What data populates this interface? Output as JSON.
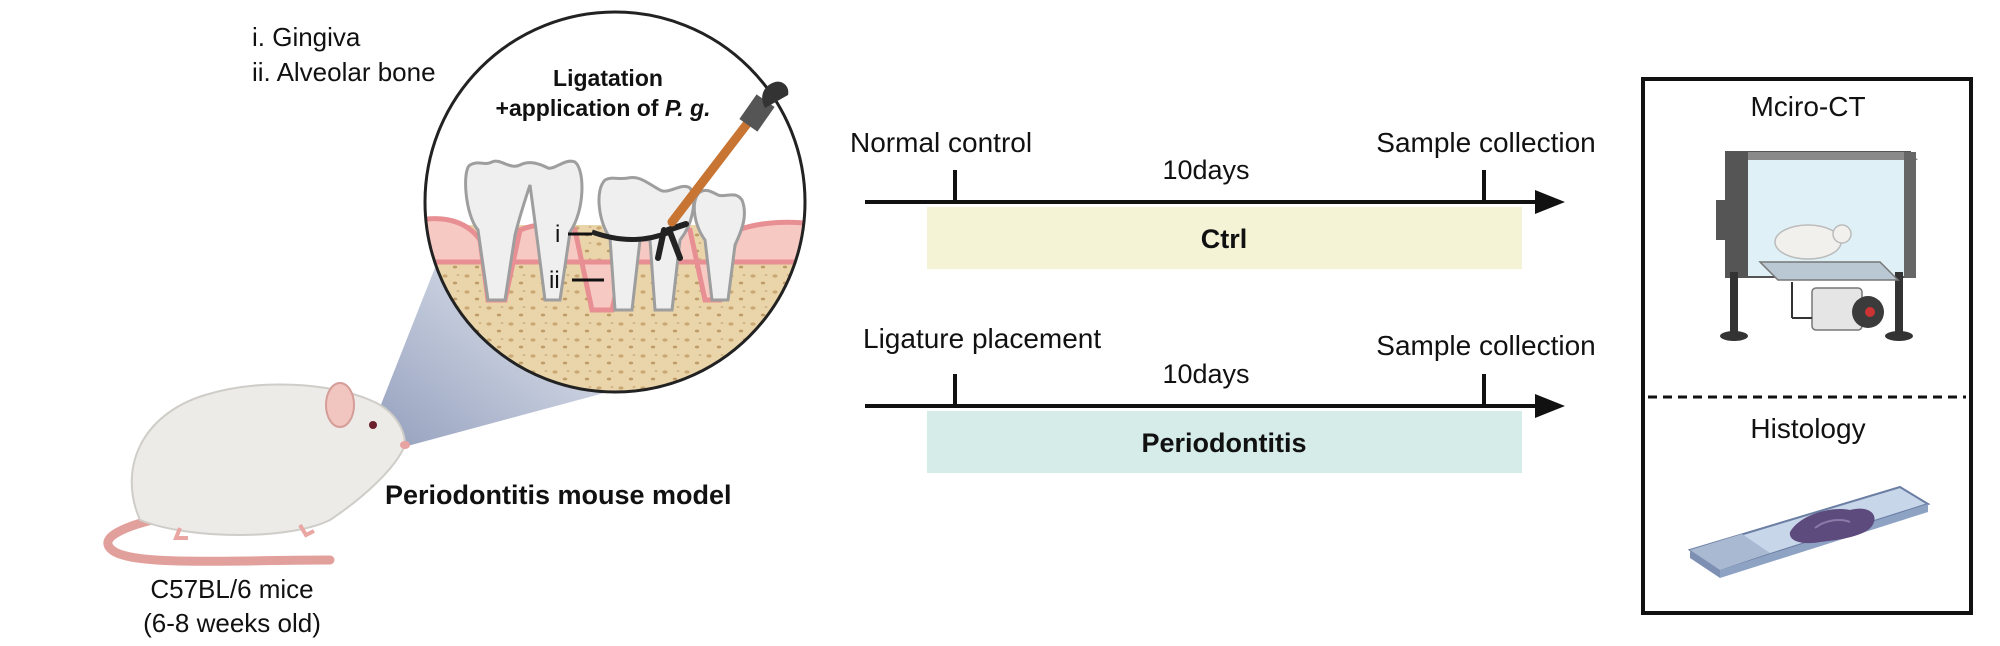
{
  "legend": {
    "i": "i. Gingiva",
    "ii": "ii. Alveolar bone"
  },
  "inset": {
    "title_line1": "Ligatation",
    "title_line2_prefix": "+application of ",
    "title_line2_italic": "P. g.",
    "marker_i": "i",
    "marker_ii": "ii"
  },
  "mouse": {
    "label": "Periodontitis mouse model",
    "strain": "C57BL/6 mice",
    "age": "(6-8 weeks old)"
  },
  "timelines": [
    {
      "start_label": "Normal control",
      "duration": "10days",
      "end_label": "Sample collection",
      "group": "Ctrl",
      "group_color": "#f4f3d6"
    },
    {
      "start_label": "Ligature placement",
      "duration": "10days",
      "end_label": "Sample collection",
      "group": "Periodontitis",
      "group_color": "#d5ece9"
    }
  ],
  "analysis": {
    "top": "Mciro-CT",
    "bottom": "Histology"
  },
  "colors": {
    "gum": "#e88f93",
    "gum_light": "#f6c9c2",
    "bone": "#e9d4ab",
    "tooth": "#eeeeee",
    "mouse": "#ecebe8",
    "tail": "#e9a6a2",
    "funnel": "#9da9c4"
  }
}
